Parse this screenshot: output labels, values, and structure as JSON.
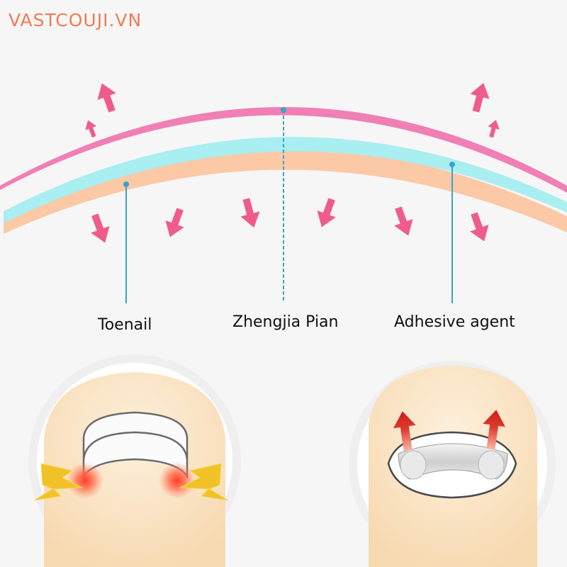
{
  "watermark": "VASTCOUJI.VN",
  "labels": {
    "toenail": "Toenail",
    "zhengjia_pian": "Zhengjia Pian",
    "adhesive_agent": "Adhesive agent"
  },
  "colors": {
    "pink_layer": "#f07fb4",
    "cyan_layer": "#a9eef0",
    "nail_layer": "#fbc9a6",
    "arrow": "#ef5c8c",
    "pointer_line": "#3aa3c8",
    "pain_arrow": "#f1c227",
    "lift_arrow": "#d8241f"
  },
  "illustrations": {
    "left": "ingrown-toenail-pain",
    "right": "corrector-lifting-nail"
  }
}
